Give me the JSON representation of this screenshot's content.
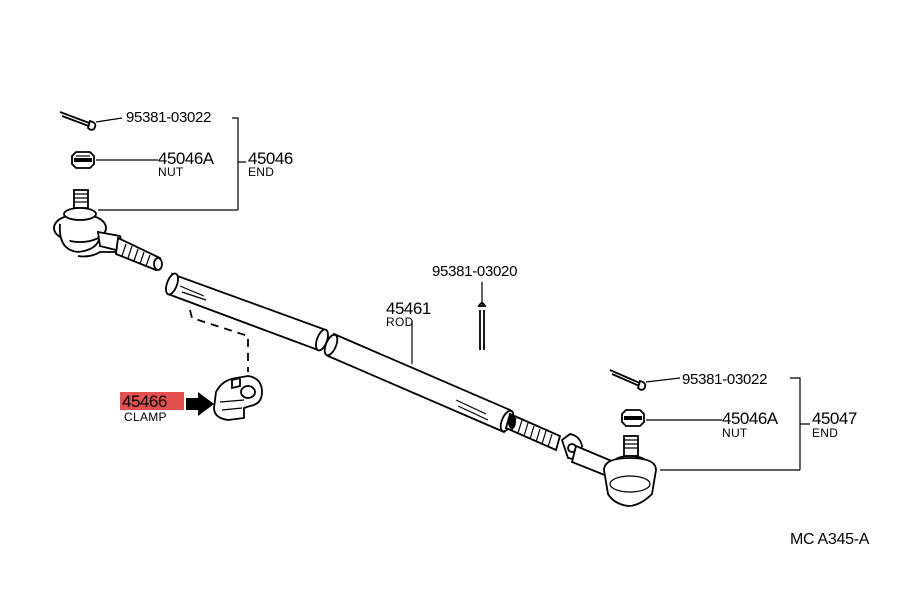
{
  "diagram": {
    "reference_code": "MC A345-A",
    "highlight_color": "#e03030",
    "parts": {
      "cotter_pin_left": {
        "number": "95381-03022"
      },
      "nut_left": {
        "number": "45046A",
        "name": "NUT"
      },
      "end_left": {
        "number": "45046",
        "name": "END"
      },
      "cotter_pin_center": {
        "number": "95381-03020"
      },
      "rod": {
        "number": "45461",
        "name": "ROD"
      },
      "clamp": {
        "number": "45466",
        "name": "CLAMP",
        "highlighted": true
      },
      "cotter_pin_right": {
        "number": "95381-03022"
      },
      "nut_right": {
        "number": "45046A",
        "name": "NUT"
      },
      "end_right": {
        "number": "45047",
        "name": "END"
      }
    }
  }
}
